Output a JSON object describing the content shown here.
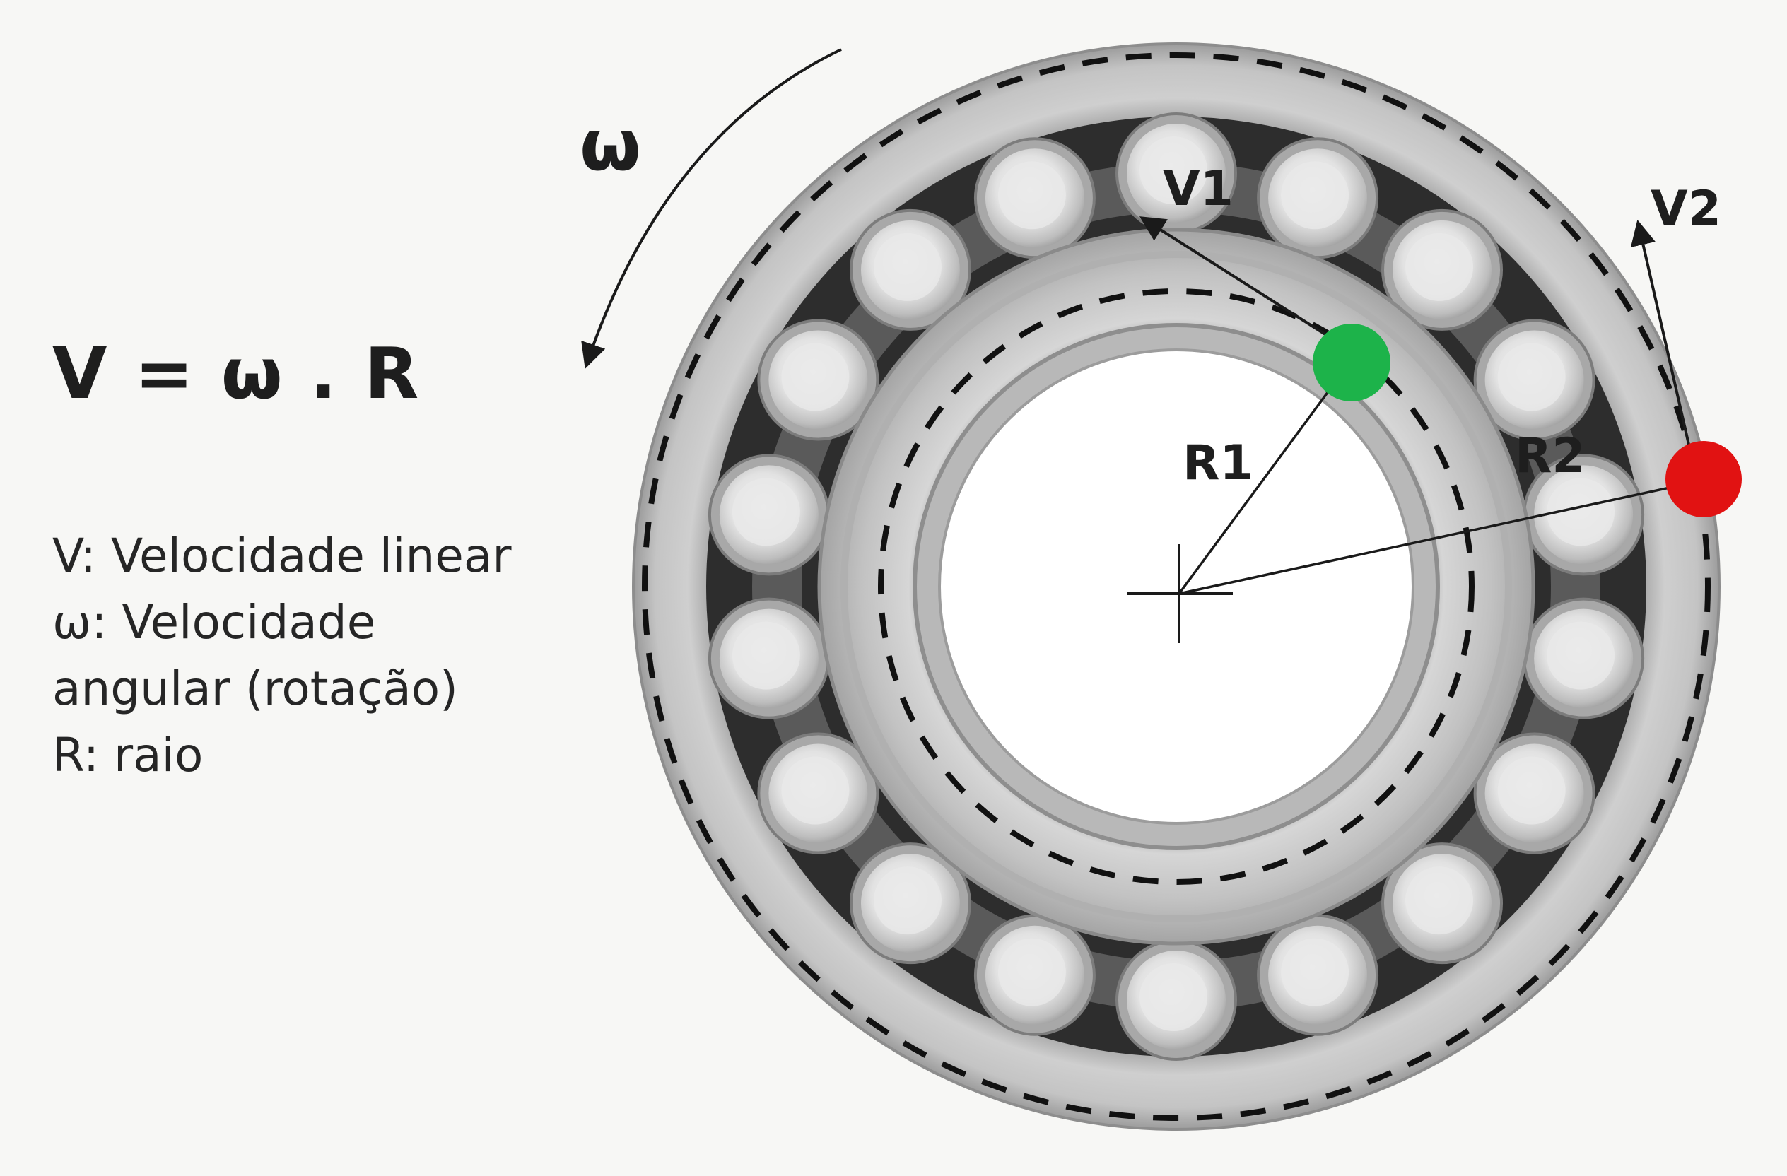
{
  "diagram": {
    "omega_symbol": "ω",
    "formula": "V = ω . R",
    "legend": [
      "V: Velocidade linear",
      "ω: Velocidade",
      "angular (rotação)",
      "R: raio"
    ],
    "labels": {
      "v1": "V1",
      "v2": "V2",
      "r1": "R1",
      "r2": "R2"
    },
    "colors": {
      "inner_point": "#1db34a",
      "outer_point": "#e11212",
      "line": "#1a1a1a",
      "ring_metal": "#c6c6c6",
      "background": "#f7f7f5"
    }
  }
}
